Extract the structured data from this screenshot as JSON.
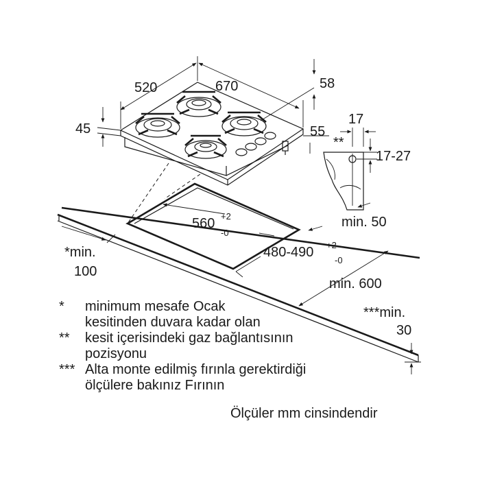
{
  "dimensions": {
    "width_total": "670",
    "depth_total": "520",
    "front_overhang": "58",
    "panel_offset": "55",
    "height": "45",
    "side_17": "17",
    "side_double_star": "**",
    "side_range": "17-27",
    "cutout_width": "560",
    "cutout_width_tol_top": "+2",
    "cutout_width_tol_bottom": "-0",
    "cutout_depth": "480-490",
    "cutout_depth_tol_top": "+2",
    "cutout_depth_tol_bottom": "-0",
    "min_50": "min. 50",
    "min_600": "min. 600",
    "star_min_100_line1": "*min.",
    "star_min_100_line2": "100",
    "triple_star_min_30_line1": "***min.",
    "triple_star_min_30_line2": "30"
  },
  "notes": [
    {
      "mark": "*",
      "lines": [
        "minimum mesafe Ocak",
        "kesitinden duvara kadar olan"
      ]
    },
    {
      "mark": "**",
      "lines": [
        "kesit içerisindeki gaz bağlantısının",
        "pozisyonu"
      ]
    },
    {
      "mark": "***",
      "lines": [
        "Alta monte edilmiş fırınla gerektirdiği",
        "ölçülere bakınız Fırının"
      ]
    }
  ],
  "unit_note": "Ölçüler mm cinsindendir"
}
